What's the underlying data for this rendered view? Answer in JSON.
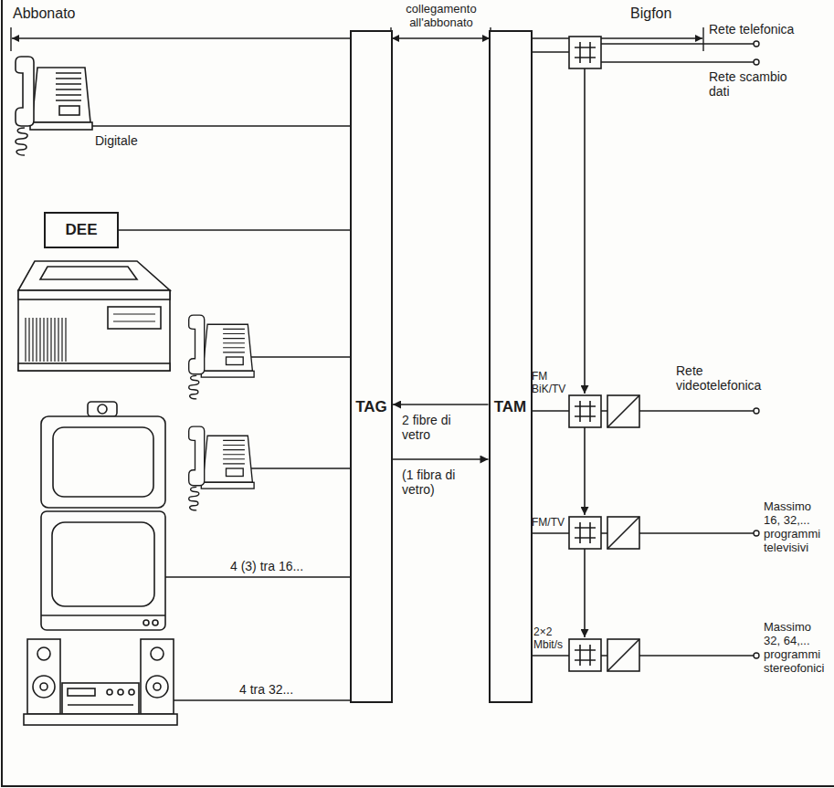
{
  "diagram": {
    "nodes": [
      {
        "text": [
          "DEE"
        ]
      },
      {
        "text": [
          "TAG"
        ]
      },
      {
        "text": [
          "TAM"
        ]
      }
    ],
    "edges": [
      {
        "from": 0,
        "to": 1,
        "arrow": "none"
      },
      {
        "from": 2,
        "to": 1,
        "arrow": "to"
      },
      {
        "from": 1,
        "to": 2,
        "arrow": "to"
      }
    ],
    "labels": [
      "Abbonato",
      "collegamento all'abbonato",
      "Bigfon",
      "Digitale",
      "4 (3) tra 16...",
      "4 tra 32...",
      "2 fibre di vetro",
      "(1 fibra di vetro)",
      "Rete telefonica",
      "Rete scambio dati",
      "FM BiK/TV",
      "Rete videotelefonica",
      "FM/TV",
      "Massimo 16, 32,... programmi televisivi",
      "2×2 Mbit/s",
      "Massimo 32, 64,... programmi stereofonici"
    ]
  }
}
